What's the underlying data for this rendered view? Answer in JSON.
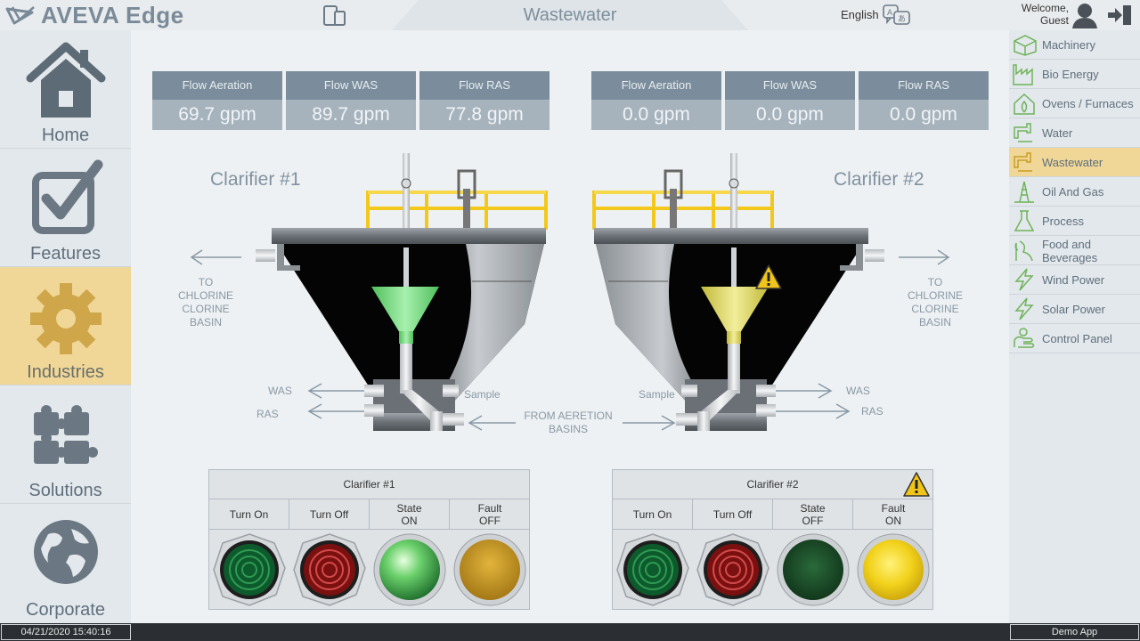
{
  "header": {
    "brand": "AVEVA Edge",
    "title": "Wastewater",
    "language": "English",
    "welcome_line1": "Welcome,",
    "welcome_line2": "Guest"
  },
  "left_nav": [
    {
      "label": "Home",
      "icon": "home-icon",
      "active": false
    },
    {
      "label": "Features",
      "icon": "checkbox-icon",
      "active": false
    },
    {
      "label": "Industries",
      "icon": "gear-icon",
      "active": true
    },
    {
      "label": "Solutions",
      "icon": "puzzle-icon",
      "active": false
    },
    {
      "label": "Corporate",
      "icon": "globe-icon",
      "active": false
    }
  ],
  "right_nav": [
    {
      "label": "Machinery",
      "icon": "machinery-icon",
      "active": false
    },
    {
      "label": "Bio Energy",
      "icon": "factory-icon",
      "active": false
    },
    {
      "label": "Ovens / Furnaces",
      "icon": "oven-icon",
      "active": false
    },
    {
      "label": "Water",
      "icon": "faucet-icon",
      "active": false
    },
    {
      "label": "Wastewater",
      "icon": "wastewater-faucet-icon",
      "active": true
    },
    {
      "label": "Oil And Gas",
      "icon": "oil-rig-icon",
      "active": false
    },
    {
      "label": "Process",
      "icon": "flask-icon",
      "active": false
    },
    {
      "label": "Food and",
      "label2": "Beverages",
      "icon": "food-icon",
      "active": false
    },
    {
      "label": "Wind Power",
      "icon": "lightning-icon",
      "active": false
    },
    {
      "label": "Solar Power",
      "icon": "lightning-icon",
      "active": false
    },
    {
      "label": "Control Panel",
      "icon": "hand-icon",
      "active": false
    }
  ],
  "flows_1": [
    {
      "label": "Flow Aeration",
      "value": "69.7 gpm"
    },
    {
      "label": "Flow WAS",
      "value": "89.7 gpm"
    },
    {
      "label": "Flow RAS",
      "value": "77.8 gpm"
    }
  ],
  "flows_2": [
    {
      "label": "Flow Aeration",
      "value": "0.0 gpm"
    },
    {
      "label": "Flow WAS",
      "value": "0.0 gpm"
    },
    {
      "label": "Flow RAS",
      "value": "0.0 gpm"
    }
  ],
  "clarifier1": {
    "title": "Clarifier #1",
    "to_line1": "TO",
    "to_line2": "CHLORINE",
    "to_line3": "CLORINE",
    "to_line4": "BASIN",
    "was": "WAS",
    "ras": "RAS",
    "sample": "Sample",
    "state_on": true,
    "fault_on": false
  },
  "clarifier2": {
    "title": "Clarifier #2",
    "to_line1": "TO",
    "to_line2": "CHLORINE",
    "to_line3": "CLORINE",
    "to_line4": "BASIN",
    "was": "WAS",
    "ras": "RAS",
    "sample": "Sample",
    "state_on": false,
    "fault_on": true
  },
  "from_aeration_line1": "FROM AERETION",
  "from_aeration_line2": "BASINS",
  "panel1": {
    "title": "Clarifier #1",
    "turn_on": "Turn On",
    "turn_off": "Turn Off",
    "state_label": "State",
    "state_value": "ON",
    "fault_label": "Fault",
    "fault_value": "OFF"
  },
  "panel2": {
    "title": "Clarifier #2",
    "turn_on": "Turn On",
    "turn_off": "Turn Off",
    "state_label": "State",
    "state_value": "OFF",
    "fault_label": "Fault",
    "fault_value": "ON"
  },
  "footer": {
    "datetime": "04/21/2020 15:40:16",
    "app": "Demo App"
  },
  "colors": {
    "accent": "#f0d798",
    "header_bar": "#7b8d9c",
    "value_bar": "#a6b3bd",
    "railing": "#f2c81c",
    "cone_on": "#7fe08f",
    "cone_fault": "#e5e066"
  }
}
